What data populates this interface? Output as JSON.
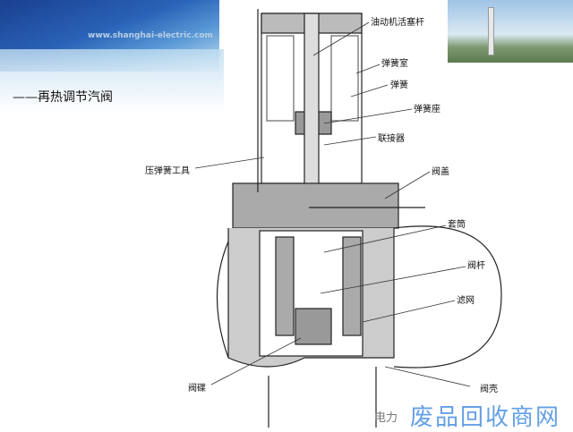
{
  "header": {
    "url": "www.shanghai-electric.com",
    "title": "——再热调节汽阀"
  },
  "labels": {
    "piston_rod": "油动机活塞杆",
    "spring_chamber": "弹簧室",
    "spring": "弹簧",
    "spring_seat": "弹簧座",
    "coupling": "联接器",
    "spring_tool": "压弹簧工具",
    "bonnet": "阀盖",
    "sleeve": "套筒",
    "stem": "阀杆",
    "strainer": "滤网",
    "disc": "阀碟",
    "casing": "阀壳"
  },
  "watermark": {
    "main": "废品回收商网",
    "sub": "电力"
  }
}
